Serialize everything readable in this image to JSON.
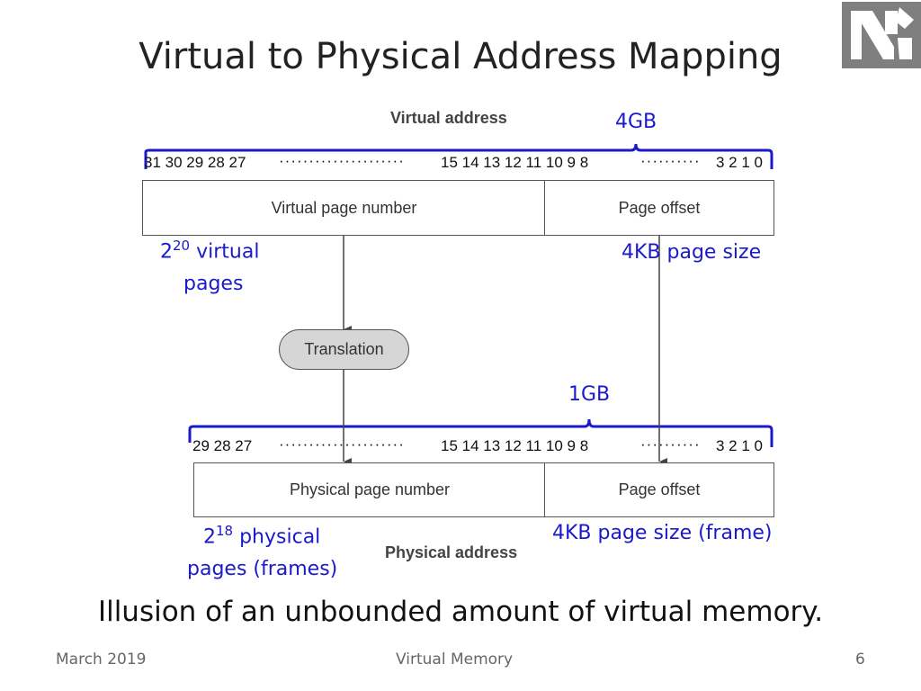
{
  "slide": {
    "title": "Virtual to Physical Address Mapping",
    "caption": "Illusion of an unbounded amount of virtual memory."
  },
  "virtual": {
    "header": "Virtual address",
    "size_label": "4GB",
    "bits_high": "31 30 29 28 27",
    "bits_mid": "15 14 13 12 11 10 9 8",
    "bits_low": "3 2 1 0",
    "page_number_field": "Virtual page number",
    "offset_field": "Page offset",
    "pages_base": "2",
    "pages_exp": "20",
    "pages_word": "virtual",
    "pages_line2": "pages",
    "page_size": "4KB page size"
  },
  "translation": {
    "label": "Translation"
  },
  "physical": {
    "header": "Physical address",
    "size_label": "1GB",
    "bits_high": "29 28 27",
    "bits_mid": "15 14 13 12 11 10 9 8",
    "bits_low": "3 2 1 0",
    "page_number_field": "Physical page number",
    "offset_field": "Page offset",
    "pages_base": "2",
    "pages_exp": "18",
    "pages_word": "physical",
    "pages_line2": "pages (frames)",
    "page_size": "4KB page size (frame)"
  },
  "footer": {
    "date": "March 2019",
    "topic": "Virtual Memory",
    "page_number": "6"
  },
  "colors": {
    "brace": "#1a1acc",
    "logo_bg": "#7f7f7f"
  },
  "icons": {
    "logo": "university-logo-icon"
  }
}
